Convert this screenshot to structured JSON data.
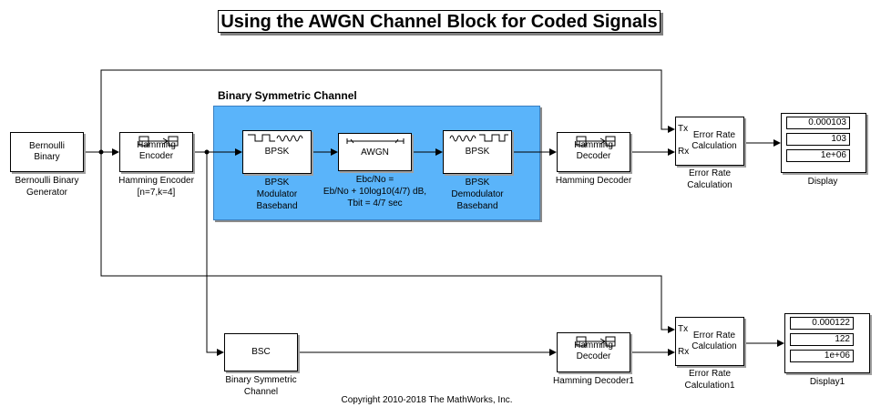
{
  "title": "Using the AWGN Channel Block for Coded Signals",
  "subsystem": {
    "label": "Binary Symmetric Channel"
  },
  "blocks": {
    "bernoulli": {
      "text": "Bernoulli\nBinary",
      "caption": "Bernoulli Binary\nGenerator"
    },
    "hamming_encoder": {
      "text": "Hamming Encoder",
      "caption": "Hamming Encoder\n[n=7,k=4]"
    },
    "bpsk_mod": {
      "text": "BPSK",
      "caption": "BPSK\nModulator\nBaseband"
    },
    "awgn": {
      "text": "AWGN",
      "caption": "Ebc/No =\nEb/No + 10log10(4/7) dB,\nTbit = 4/7 sec"
    },
    "bpsk_demod": {
      "text": "BPSK",
      "caption": "BPSK\nDemodulator\nBaseband"
    },
    "hamming_decoder": {
      "text": "Hamming Decoder",
      "caption": "Hamming Decoder"
    },
    "error_rate": {
      "text": "Error Rate\nCalculation",
      "caption": "Error Rate\nCalculation",
      "tx": "Tx",
      "rx": "Rx"
    },
    "display": {
      "caption": "Display",
      "values": [
        "0.000103",
        "103",
        "1e+06"
      ]
    },
    "bsc": {
      "text": "BSC",
      "caption": "Binary Symmetric\nChannel"
    },
    "hamming_decoder1": {
      "text": "Hamming Decoder",
      "caption": "Hamming Decoder1"
    },
    "error_rate1": {
      "text": "Error Rate\nCalculation",
      "caption": "Error Rate\nCalculation1",
      "tx": "Tx",
      "rx": "Rx"
    },
    "display1": {
      "caption": "Display1",
      "values": [
        "0.000122",
        "122",
        "1e+06"
      ]
    }
  },
  "copyright": "Copyright 2010-2018 The MathWorks, Inc."
}
